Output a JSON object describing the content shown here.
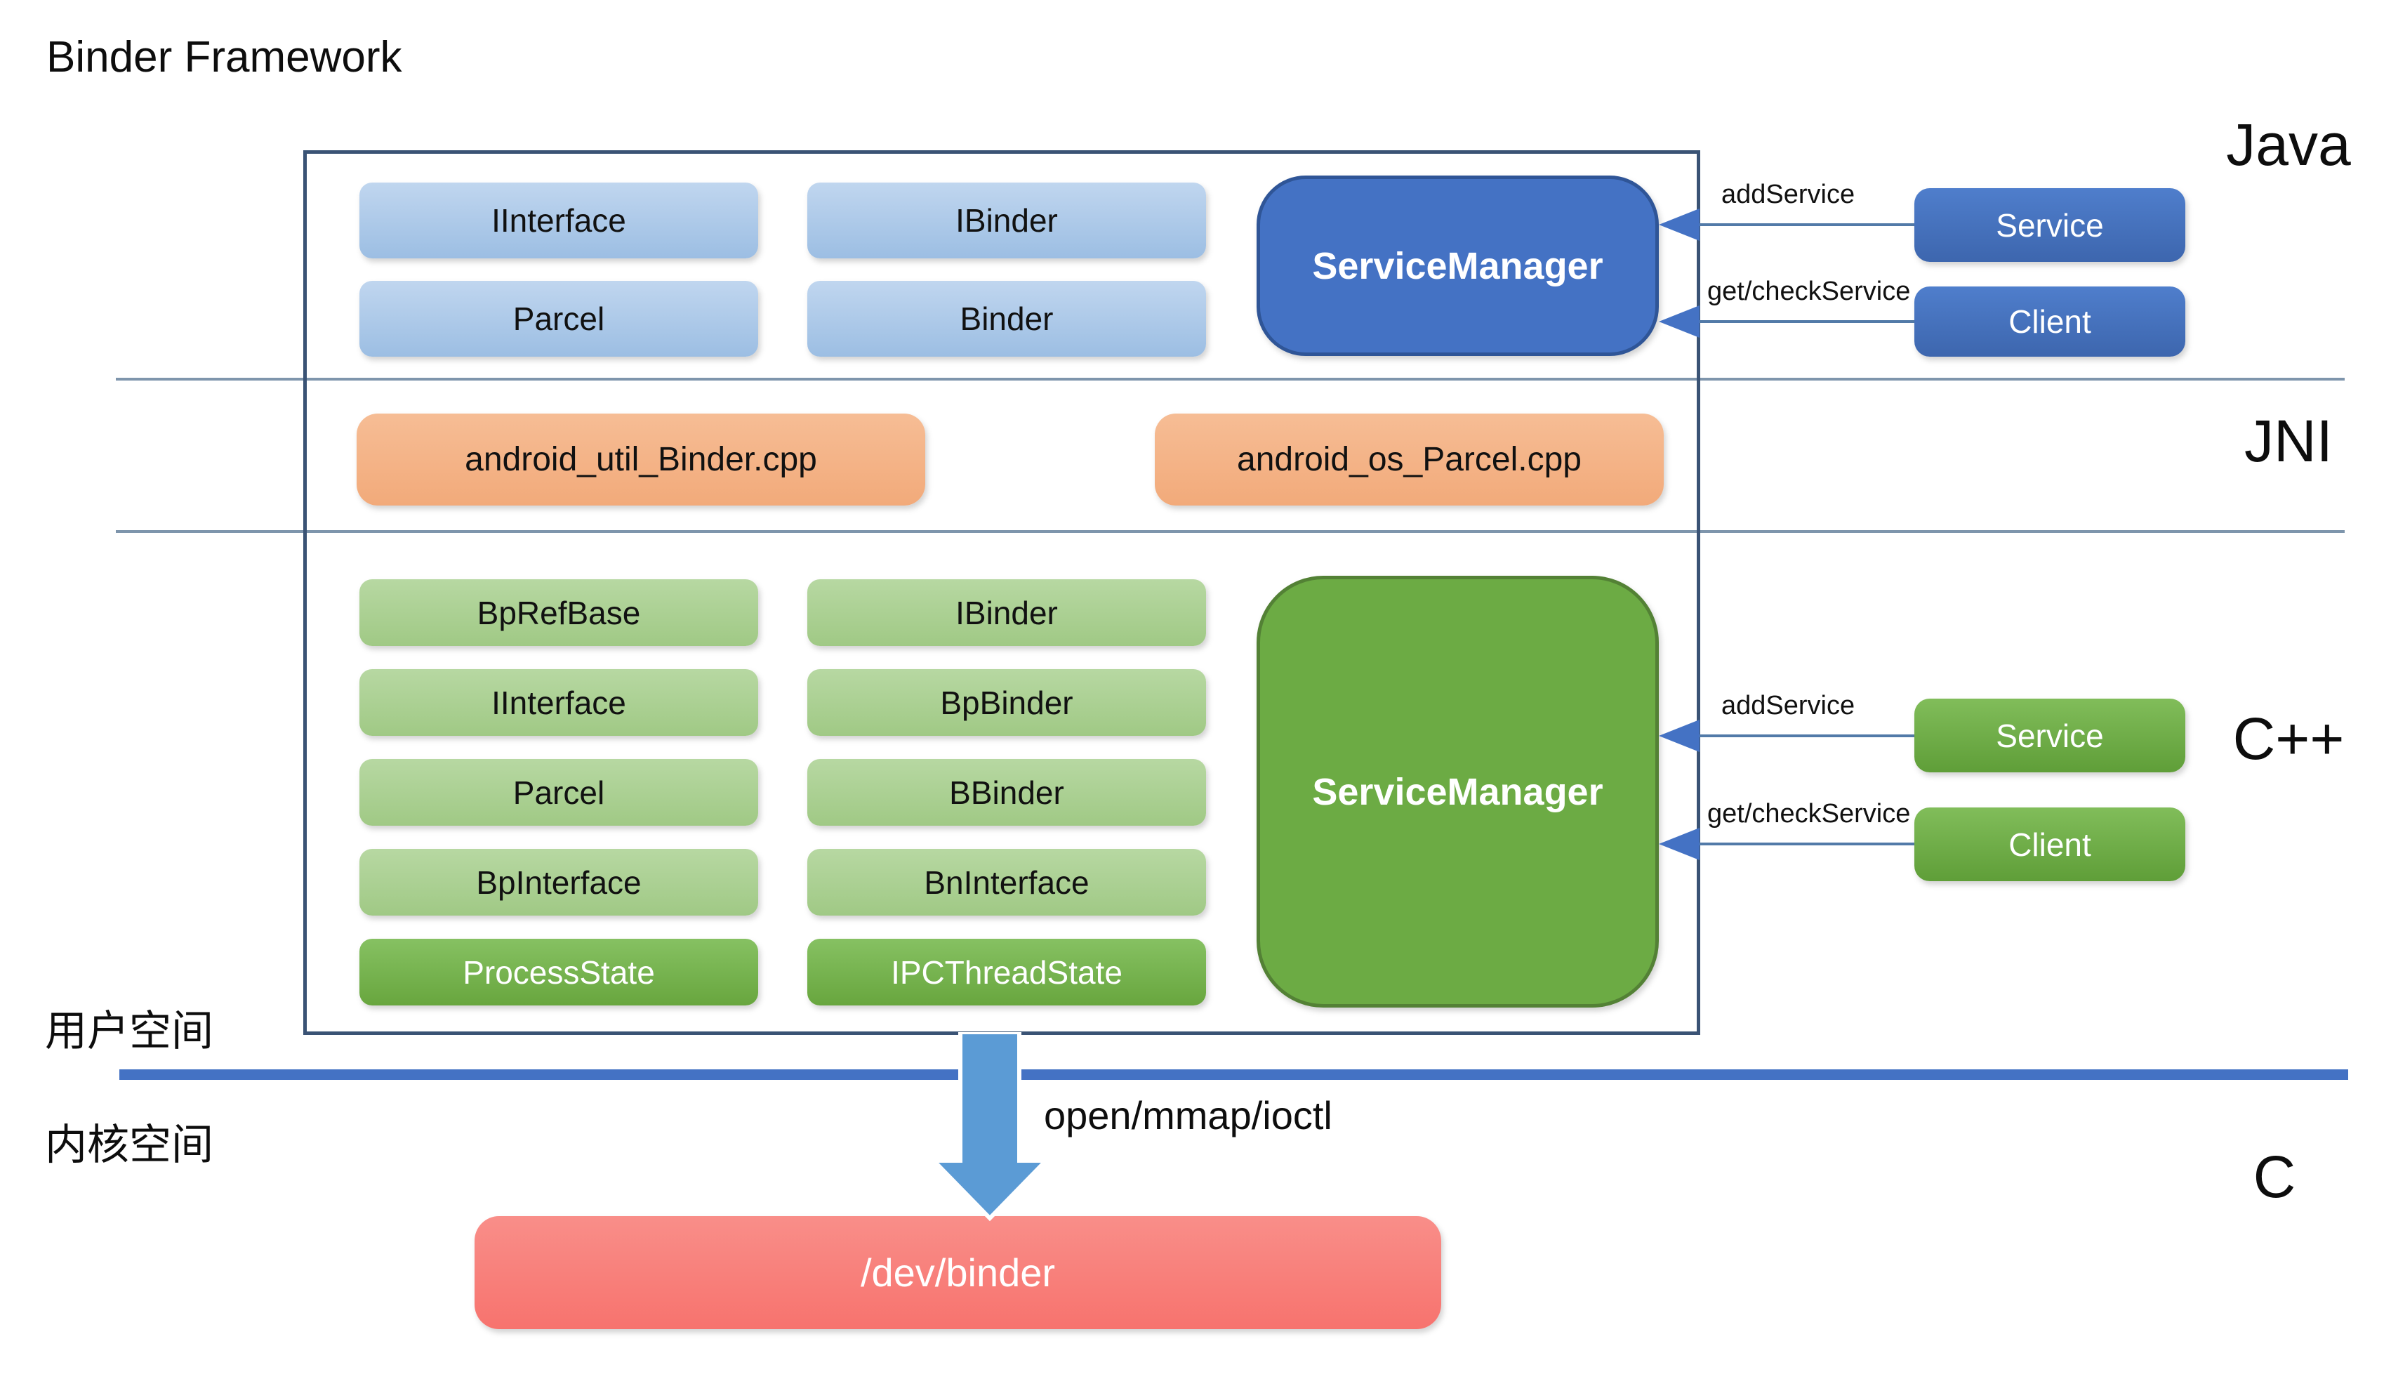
{
  "title": "Binder Framework",
  "layer_labels": {
    "java": "Java",
    "jni": "JNI",
    "cpp": "C++",
    "c": "C"
  },
  "space_labels": {
    "user": "用户空间",
    "kernel": "内核空间"
  },
  "java": {
    "classes": [
      "IInterface",
      "IBinder",
      "Parcel",
      "Binder"
    ],
    "service_manager": "ServiceManager",
    "service": "Service",
    "client": "Client",
    "add_service": "addService",
    "get_check_service": "get/checkService"
  },
  "jni": {
    "files": [
      "android_util_Binder.cpp",
      "android_os_Parcel.cpp"
    ]
  },
  "cpp": {
    "classes": [
      "BpRefBase",
      "IBinder",
      "IInterface",
      "BpBinder",
      "Parcel",
      "BBinder",
      "BpInterface",
      "BnInterface",
      "ProcessState",
      "IPCThreadState"
    ],
    "service_manager": "ServiceManager",
    "service": "Service",
    "client": "Client",
    "add_service": "addService",
    "get_check_service": "get/checkService"
  },
  "kernel": {
    "syscalls": "open/mmap/ioctl",
    "driver": "/dev/binder"
  },
  "colors": {
    "accent_blue": "#4472c4",
    "light_blue": "#9dc3e6",
    "blue_border": "#2f5597",
    "orange": "#f4b183",
    "light_green": "#a9d18e",
    "green": "#70ad47",
    "green_border": "#538135",
    "red": "#f87d7a",
    "arrow_blue": "#5b9bd5",
    "frame_navy": "#3a5375",
    "separator": "#7e95ac"
  }
}
